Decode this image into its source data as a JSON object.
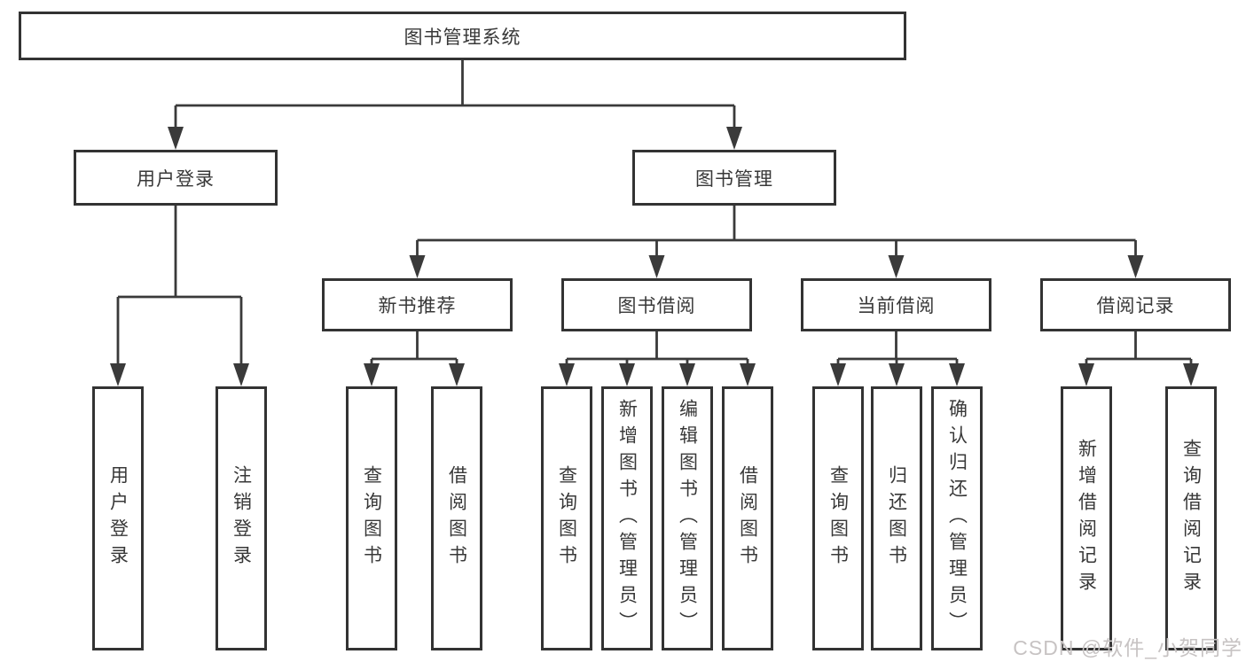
{
  "diagram": {
    "title": "图书管理系统",
    "colors": {
      "line": "#3a3a3a",
      "border": "#333333",
      "text": "#383838",
      "watermark": "#c7c3c3",
      "background": "#ffffff"
    },
    "nodes": {
      "root": "图书管理系统",
      "userLogin": "用户登录",
      "bookMgmt": "图书管理",
      "newBookRec": "新书推荐",
      "bookBorrow": "图书借阅",
      "currentBorrow": "当前借阅",
      "borrowRecord": "借阅记录",
      "leafUserLogin": "用户登录",
      "leafLogout": "注销登录",
      "leafQueryBooks1": "查询图书",
      "leafBorrowBooks1": "借阅图书",
      "leafQueryBooks2": "查询图书",
      "leafAddBooks": "新增图书（管理员）",
      "leafEditBooks": "编辑图书（管理员）",
      "leafBorrowBooks2": "借阅图书",
      "leafQueryBooks3": "查询图书",
      "leafReturnBooks": "归还图书",
      "leafConfirmReturn": "确认归还（管理员）",
      "leafAddBorrowRecord": "新增借阅记录",
      "leafQueryBorrowRecord": "查询借阅记录"
    },
    "hierarchy": {
      "图书管理系统": {
        "用户登录": [
          "用户登录",
          "注销登录"
        ],
        "图书管理": {
          "新书推荐": [
            "查询图书",
            "借阅图书"
          ],
          "图书借阅": [
            "查询图书",
            "新增图书（管理员）",
            "编辑图书（管理员）",
            "借阅图书"
          ],
          "当前借阅": [
            "查询图书",
            "归还图书",
            "确认归还（管理员）"
          ],
          "借阅记录": [
            "新增借阅记录",
            "查询借阅记录"
          ]
        }
      }
    },
    "watermark": "CSDN @软件_小贺同学"
  }
}
